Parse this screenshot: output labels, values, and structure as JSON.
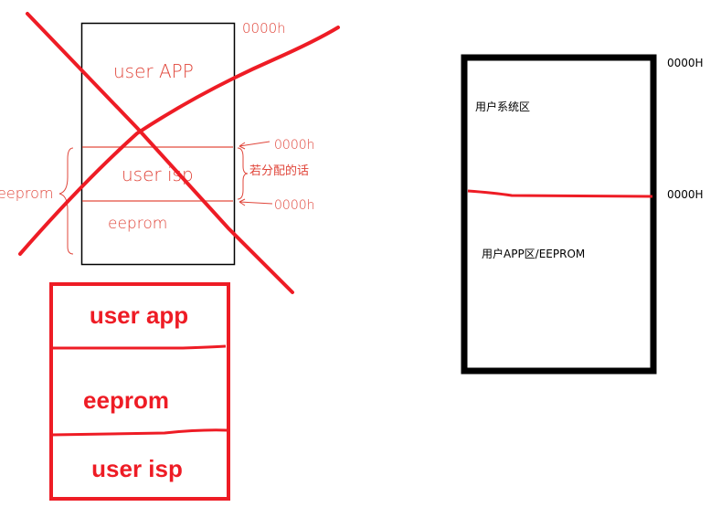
{
  "old_layout": {
    "regions": [
      "user APP",
      "user isp",
      "eeprom"
    ],
    "addr_top": "0000h",
    "addr_isp_start": "0000h",
    "addr_isp_end": "0000h",
    "note": "若分配的话",
    "brace_label": "eeprom"
  },
  "proposed_layout": {
    "regions": [
      "user app",
      "eeprom",
      "user isp"
    ]
  },
  "right_layout": {
    "regions": [
      "用户系统区",
      "用户APP区/EEPROM"
    ],
    "addresses": [
      "0000H",
      "0000H"
    ]
  },
  "colors": {
    "red": "#ee1c25",
    "handwriting": "#e0453a",
    "black": "#000000"
  }
}
